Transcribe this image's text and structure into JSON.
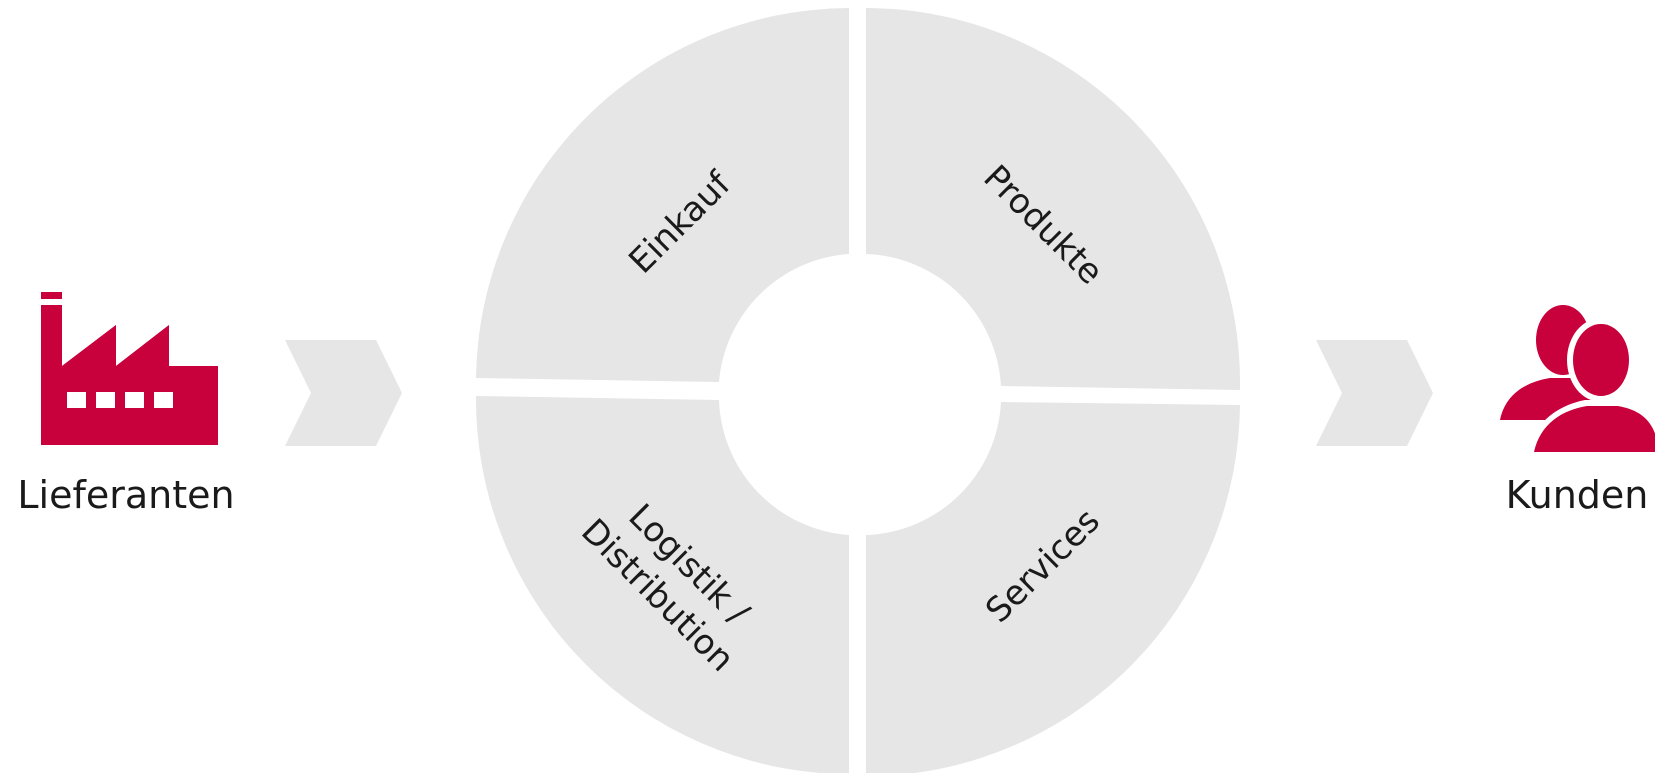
{
  "segments": {
    "top_left": "Einkauf",
    "top_right": "Produkte",
    "bottom_left_line1": "Logistik /",
    "bottom_left_line2": "Distribution",
    "bottom_right": "Services"
  },
  "left_actor": {
    "label": "Lieferanten",
    "icon": "factory-icon"
  },
  "right_actor": {
    "label": "Kunden",
    "icon": "customers-icon"
  },
  "colors": {
    "segment": "#e6e6e6",
    "arrow": "#e6e6e6",
    "accent": "#c8003c",
    "text": "#1a1a1a"
  }
}
